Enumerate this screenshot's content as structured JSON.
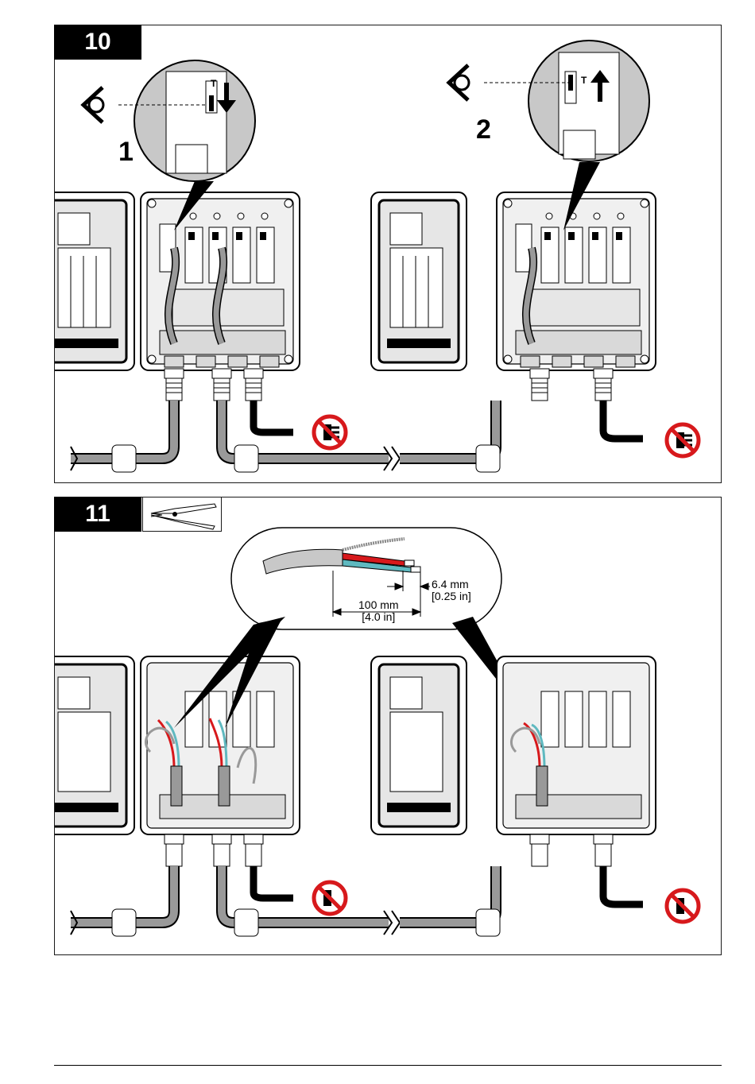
{
  "steps": {
    "step10": {
      "number": "10",
      "callout_left": "1",
      "callout_right": "2",
      "switch_mark": "T"
    },
    "step11": {
      "number": "11",
      "tool_icon": "wire-stripper-icon",
      "strip_length": "6.4 mm",
      "strip_length_in": "[0.25 in]",
      "jacket_length": "100 mm",
      "jacket_length_in": "[4.0 in]"
    }
  },
  "icons": {
    "no_power": "no-power-plug-icon",
    "eye": "eye-icon"
  },
  "colors": {
    "cable_gray": "#999999",
    "wire_red": "#d7191c",
    "wire_teal": "#5fb9c0",
    "shield": "#c8c8c8",
    "prohibit_red": "#d7191c"
  }
}
